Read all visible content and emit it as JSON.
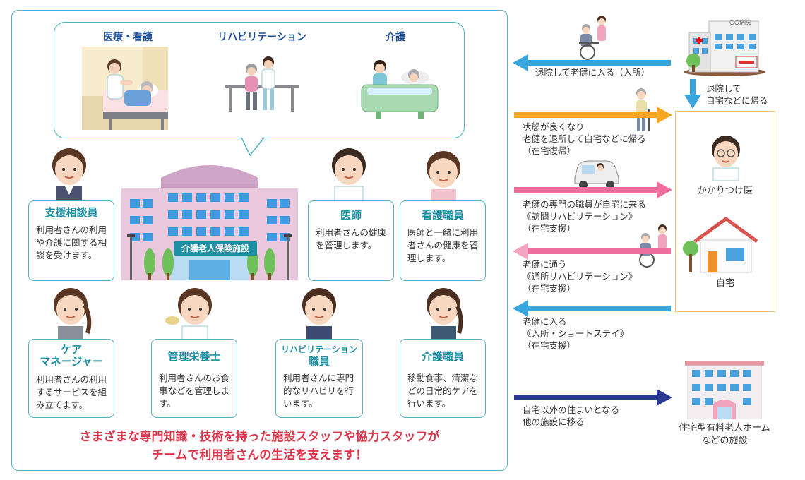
{
  "care_types": {
    "medical": "医療・看護",
    "rehab": "リハビリテーション",
    "care": "介護"
  },
  "facility_sign": "介護老人保険施設",
  "staff": {
    "consultant": {
      "title": "支援相談員",
      "desc": "利用者さんの利用や介護に関する相談を受けます。"
    },
    "doctor": {
      "title": "医師",
      "desc": "利用者さんの健康を管理します。"
    },
    "nurse": {
      "title": "看護職員",
      "desc": "医師と一緒に利用者さんの健康を管理します。"
    },
    "care_manager": {
      "title_line1": "ケア",
      "title_line2": "マネージャー",
      "desc": "利用者さんの利用するサービスを組み立てます。"
    },
    "nutritionist": {
      "title": "管理栄養士",
      "desc": "利用者さんのお食事などを管理します。"
    },
    "rehab_staff": {
      "title_line1": "リハビリテーション",
      "title_line2": "職員",
      "desc": "利用者さんに専門的なリハビリを行います。"
    },
    "care_worker": {
      "title": "介護職員",
      "desc": "移動食事、清潔などの日常的ケアを行います。"
    }
  },
  "bottom_message": {
    "line1": "さまざまな専門知識・技術を持った施設スタッフや協力スタッフが",
    "line2": "チームで利用者さんの生活を支えます！"
  },
  "flows": {
    "hospital_to_facility": "退院して老健に入る（入所）",
    "hospital_to_home_line1": "退院して",
    "hospital_to_home_line2": "自宅などに帰る",
    "return_home": {
      "line1": "状態が良くなり",
      "line2": "老健を退所して自宅などに帰る",
      "line3": "（在宅復帰）"
    },
    "visit_rehab": {
      "line1": "老健の専門の職員が自宅に来る",
      "line2": "《訪問リハビリテーション》",
      "line3": "（在宅支援）"
    },
    "day_rehab": {
      "line1": "老健に通う",
      "line2": "《通所リハビリテーション》",
      "line3": "（在宅支援）"
    },
    "short_stay": {
      "line1": "老健に入る",
      "line2": "《入所・ショートステイ》",
      "line3": "（在宅支援）"
    },
    "other_facility": {
      "line1": "自宅以外の住まいとなる",
      "line2": "他の施設に移る"
    }
  },
  "right_side": {
    "hospital_sign": "○○病院",
    "family_doctor": "かかりつけ医",
    "home": "自宅",
    "other_facility_line1": "住宅型有料老人ホーム",
    "other_facility_line2": "などの施設"
  },
  "colors": {
    "frame": "#4fb3bf",
    "title_teal": "#1f8fa3",
    "care_label": "#1f4f99",
    "message_red": "#d9354a",
    "arrow_blue": "#3aa6e0",
    "arrow_orange": "#f5a623",
    "arrow_pink": "#ee6f9c",
    "arrow_navy": "#2b3990",
    "home_frame": "#f5c36b"
  }
}
